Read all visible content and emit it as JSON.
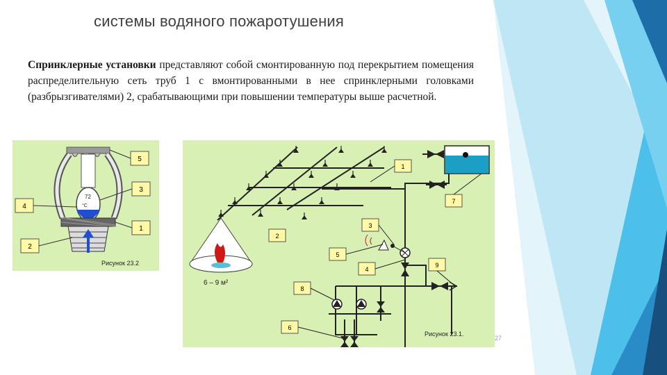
{
  "slide": {
    "title": "системы водяного пожаротушения",
    "paragraph_bold": "Спринклерные установки",
    "paragraph_rest": " представляют собой смонтированную под перекрытием помещения распределительную сеть труб 1 с вмонтированными в нее спринклерными головками (разбрызгивателями) 2, срабатывающими при повышении температуры выше расчетной.",
    "page_number": "27"
  },
  "figure_left": {
    "caption": "Рисунок 23.2",
    "temperature": "72",
    "unit": "°C",
    "labels": [
      "5",
      "3",
      "4",
      "1",
      "2"
    ]
  },
  "figure_right": {
    "caption": "Рисунок 23.1.",
    "area_label": "6 – 9 м²",
    "labels": [
      "1",
      "3",
      "5",
      "4",
      "7",
      "8",
      "9",
      "6",
      "2"
    ]
  },
  "colors": {
    "figure_bg": "#d9f0b4",
    "label_fill": "#fff9a6",
    "tank": "#1b9fc4",
    "deco_light": "#bfe6f5",
    "deco_mid": "#38b3e6",
    "deco_dark": "#1d6ea8"
  }
}
